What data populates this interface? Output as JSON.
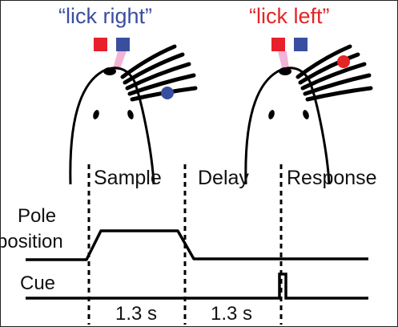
{
  "conditions": [
    {
      "label": "“lick right”",
      "color": "#3a4ea0",
      "pole_color": "#3a4ea0"
    },
    {
      "label": "“lick left”",
      "color": "#e32526",
      "pole_color": "#e32526"
    }
  ],
  "stimulus_colors": {
    "red": "#e8202a",
    "blue": "#3a4ea0",
    "lick_port": "#f2b4d6"
  },
  "epochs": {
    "sample": "Sample",
    "delay": "Delay",
    "response": "Response"
  },
  "traces": {
    "pole_line1": "Pole",
    "pole_line2": "position",
    "cue": "Cue"
  },
  "durations": {
    "sample": "1.3 s",
    "delay": "1.3 s"
  }
}
